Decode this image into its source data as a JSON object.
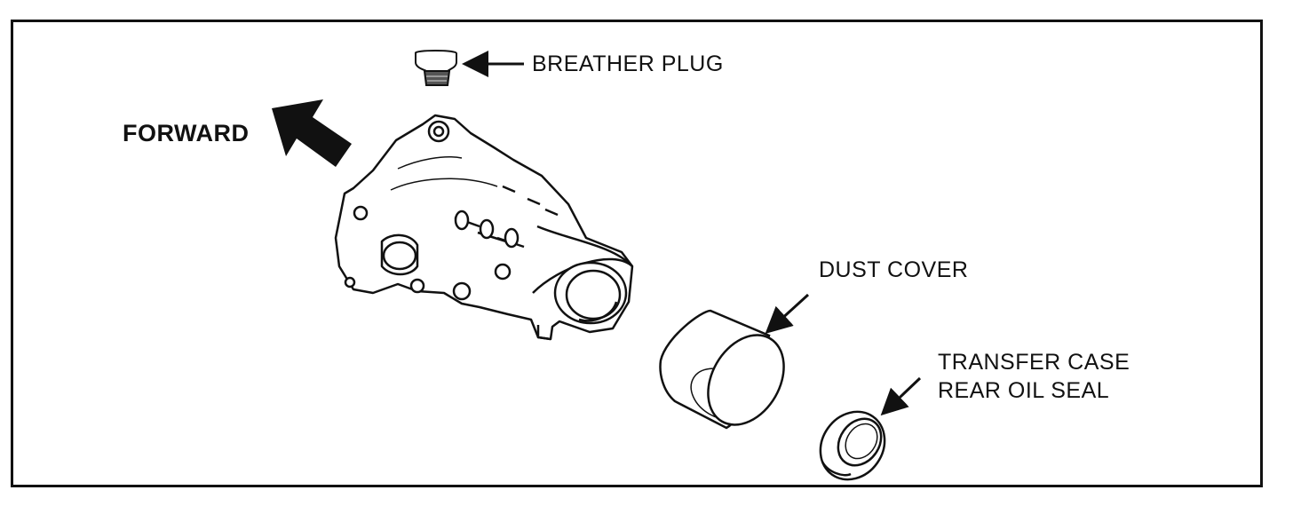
{
  "labels": {
    "breather_plug": "BREATHER PLUG",
    "forward": "FORWARD",
    "dust_cover": "DUST COVER",
    "seal_line1": "TRANSFER CASE",
    "seal_line2": "REAR OIL SEAL"
  },
  "colors": {
    "ink": "#111111",
    "paper": "#ffffff"
  }
}
